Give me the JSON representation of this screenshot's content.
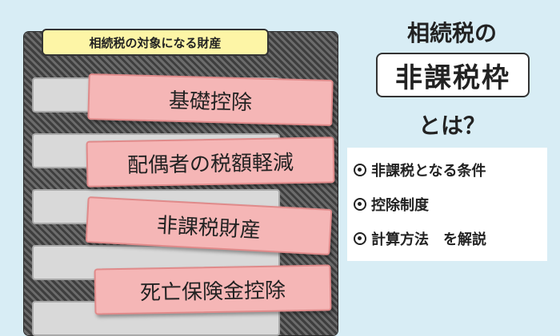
{
  "cabinet": {
    "label": "相続税の対象になる財産",
    "cards": [
      {
        "label": "基礎控除"
      },
      {
        "label": "配偶者の税額軽減"
      },
      {
        "label": "非課税財産"
      },
      {
        "label": "死亡保険金控除"
      }
    ]
  },
  "title": {
    "line1": "相続税の",
    "line2": "非課税枠",
    "line3": "とは？"
  },
  "points": [
    {
      "text": "非課税となる条件"
    },
    {
      "text": "控除制度"
    },
    {
      "text": "計算方法　を解説"
    }
  ],
  "colors": {
    "background": "#d8edf5",
    "card": "#f5b6b6",
    "label": "#fdf5a6",
    "cabinet": "#4a4a4a"
  }
}
